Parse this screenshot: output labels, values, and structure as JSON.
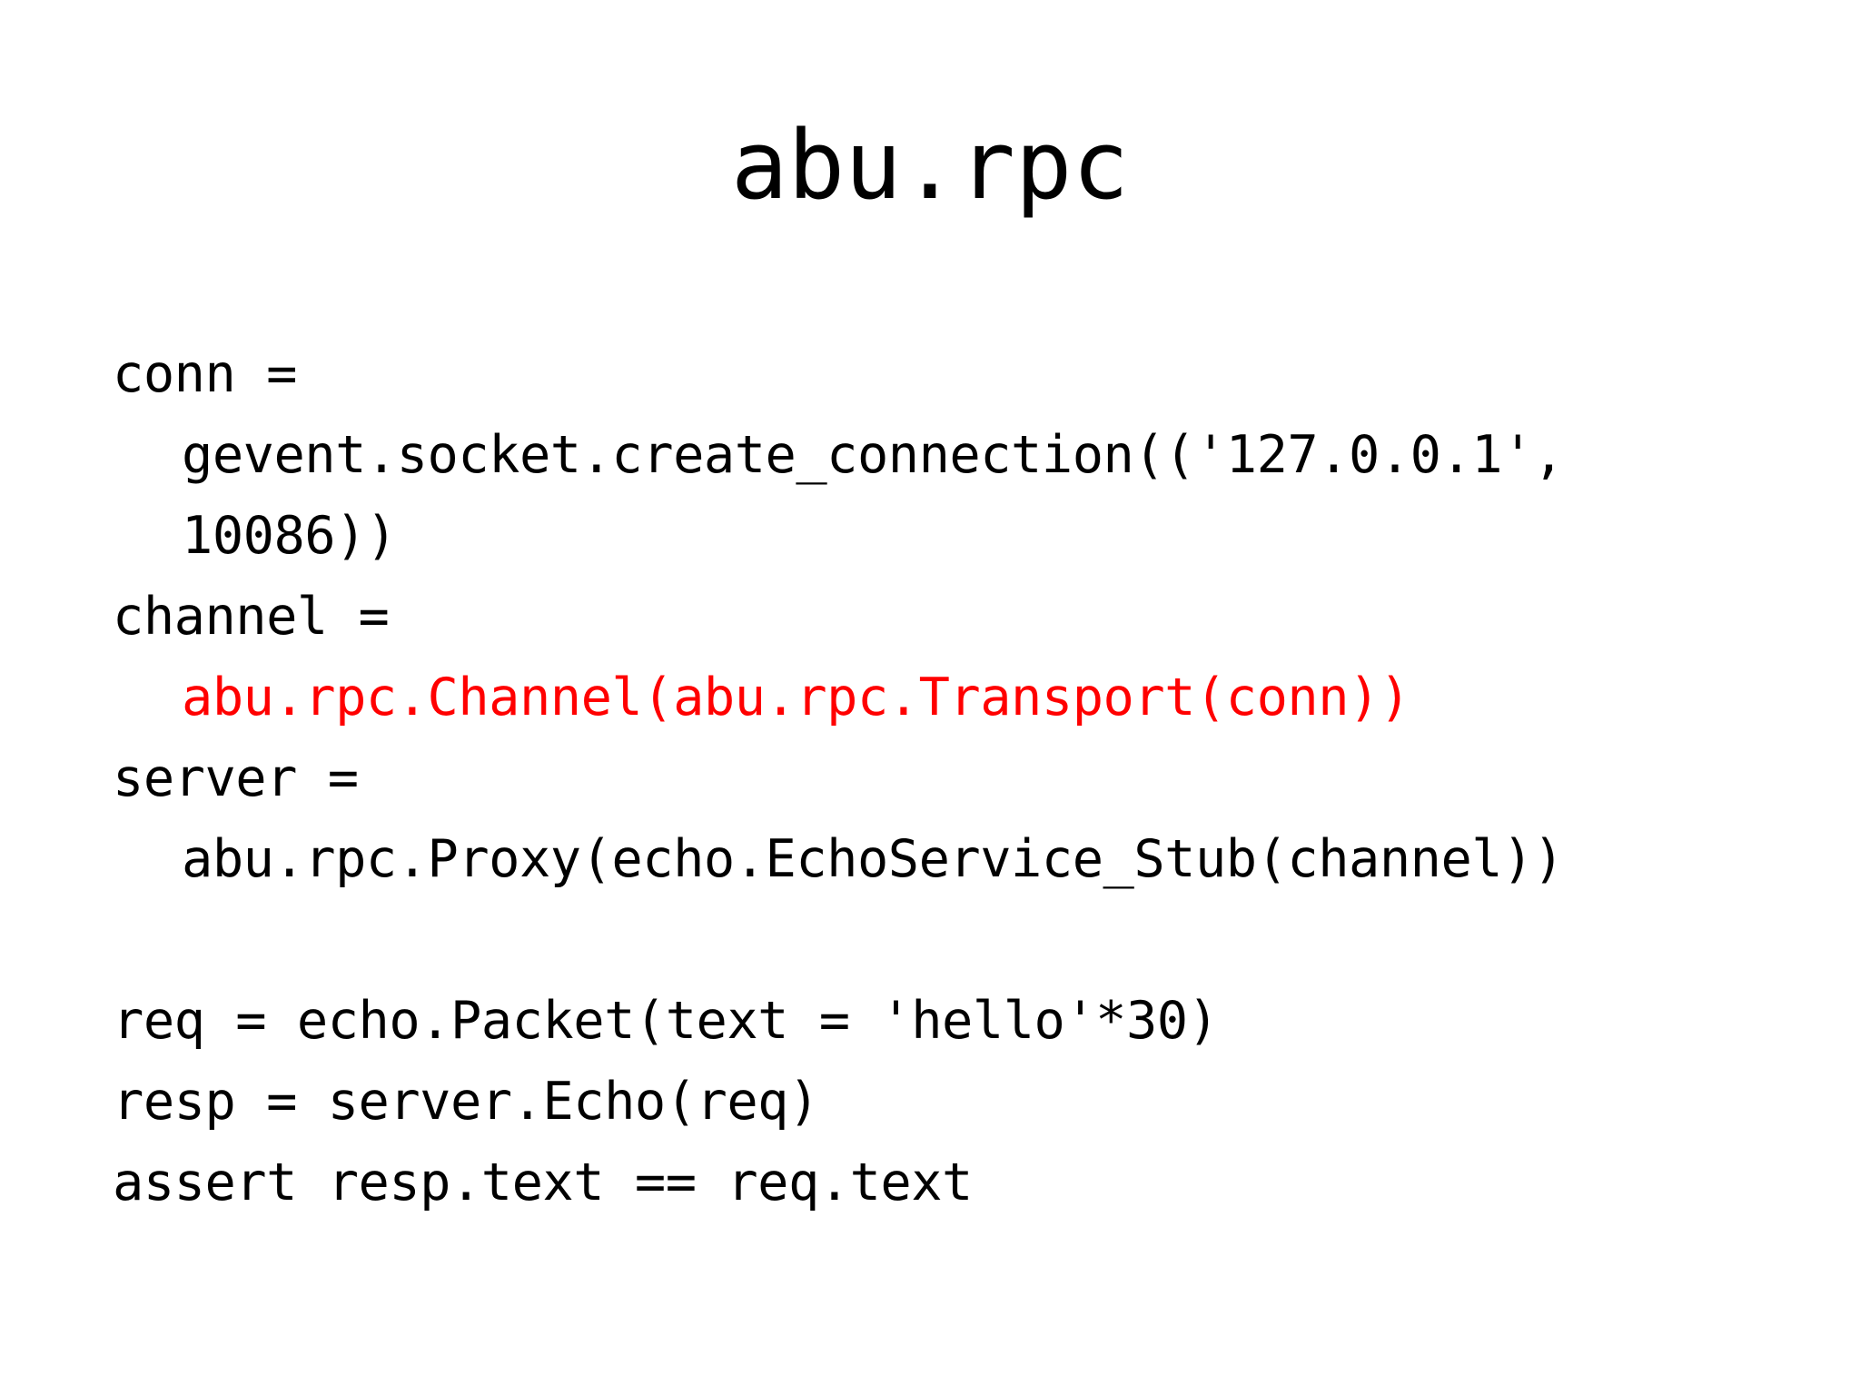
{
  "slide": {
    "title": "abu.rpc",
    "background_color": "#ffffff",
    "text_color": "#000000",
    "highlight_color": "#ff0000"
  },
  "code": {
    "language": "python",
    "lines": [
      {
        "id": "line-conn-head",
        "text": "conn =",
        "color": "#000000",
        "indent": 0
      },
      {
        "id": "line-conn-cont-1",
        "text": "gevent.socket.create_connection(('127.0.0.1',",
        "color": "#000000",
        "indent": 1
      },
      {
        "id": "line-conn-cont-2",
        "text": "10086))",
        "color": "#000000",
        "indent": 1
      },
      {
        "id": "line-channel-head",
        "text": "channel =",
        "color": "#000000",
        "indent": 0
      },
      {
        "id": "line-channel-cont",
        "text": "abu.rpc.Channel(abu.rpc.Transport(conn))",
        "color": "#ff0000",
        "indent": 1
      },
      {
        "id": "line-server-head",
        "text": "server =",
        "color": "#000000",
        "indent": 0
      },
      {
        "id": "line-server-cont",
        "text": "abu.rpc.Proxy(echo.EchoService_Stub(channel))",
        "color": "#000000",
        "indent": 1
      },
      {
        "id": "line-blank",
        "text": " ",
        "color": "#000000",
        "indent": 0
      },
      {
        "id": "line-req",
        "text": "req = echo.Packet(text = 'hello'*30)",
        "color": "#000000",
        "indent": 0
      },
      {
        "id": "line-resp",
        "text": "resp = server.Echo(req)",
        "color": "#000000",
        "indent": 0
      },
      {
        "id": "line-assert",
        "text": "assert resp.text == req.text",
        "color": "#000000",
        "indent": 0
      }
    ]
  }
}
